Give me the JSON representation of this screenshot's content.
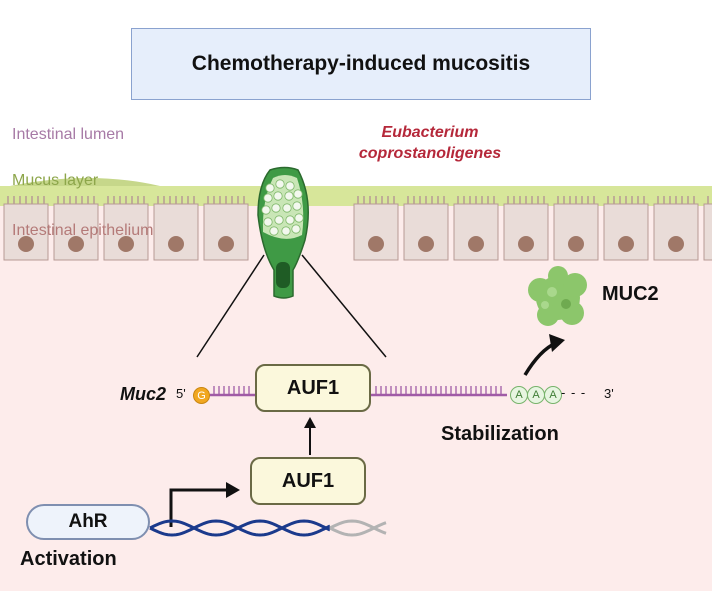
{
  "title": "Chemotherapy-induced mucositis",
  "labels": {
    "lumen": "Intestinal lumen",
    "mucus": "Mucus layer",
    "epithelium": "Intestinal epithelium",
    "bacterium_line1": "Eubacterium",
    "bacterium_line2": "coprostanoligenes",
    "muc2_protein": "MUC2",
    "gene": "Muc2",
    "five_prime": "5'",
    "cap": "G",
    "polya": [
      "A",
      "A",
      "A"
    ],
    "tail_dashes": "- - -",
    "three_prime": "3'",
    "auf1_top": "AUF1",
    "auf1_bottom": "AUF1",
    "ahr": "AhR",
    "stabilization": "Stabilization",
    "activation": "Activation"
  },
  "colors": {
    "lumen_text": "#a77aa6",
    "mucus_text": "#8da64a",
    "epithelium_text": "#b47a78",
    "bacterium_text": "#b5283a",
    "tissue_background": "#fdeceb",
    "cell_fill": "#e9dcd8",
    "nucleus_fill": "#a07868",
    "goblet_fill": "#3f9a45",
    "mucus_band": "#d7e69a",
    "mrna_line": "#a05ba6",
    "dna_dark": "#1b3a8c",
    "dna_light": "#b3b3b3",
    "muc2_blob": "#8cc66b"
  },
  "icons": {
    "goblet_cell": "goblet-cell-icon",
    "muc2": "protein-aggregate-icon",
    "dna": "dna-helix-icon",
    "cap": "mrna-cap-icon",
    "polya": "polya-tail-icon"
  }
}
